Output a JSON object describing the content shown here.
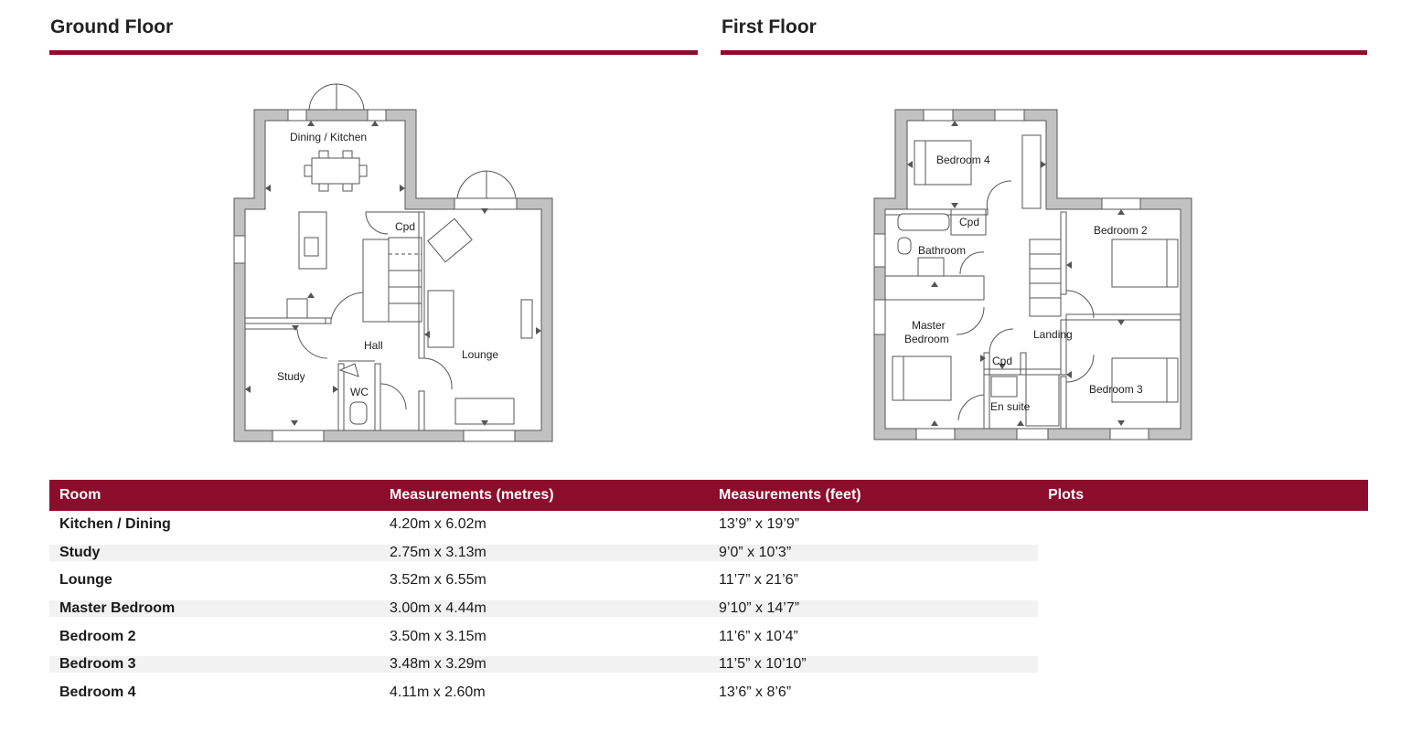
{
  "ground_floor": {
    "title": "Ground Floor",
    "labels": {
      "dining_kitchen": "Dining / Kitchen",
      "cpd": "Cpd",
      "hall": "Hall",
      "lounge": "Lounge",
      "study": "Study",
      "wc": "WC"
    }
  },
  "first_floor": {
    "title": "First Floor",
    "labels": {
      "bedroom4": "Bedroom 4",
      "cpd_top": "Cpd",
      "bathroom": "Bathroom",
      "bedroom2": "Bedroom 2",
      "master_line1": "Master",
      "master_line2": "Bedroom",
      "landing": "Landing",
      "cpd_bottom": "Cpd",
      "en_suite": "En suite",
      "bedroom3": "Bedroom 3"
    }
  },
  "colors": {
    "accent": "#8c0c2b",
    "wall": "#c2c2c2",
    "stripe": "#f2f2f2"
  },
  "table": {
    "headers": [
      "Room",
      "Measurements (metres)",
      "Measurements (feet)",
      "Plots"
    ],
    "rows": [
      [
        "Kitchen / Dining",
        "4.20m x 6.02m",
        "13’9” x 19’9”"
      ],
      [
        "Study",
        "2.75m x 3.13m",
        "9’0” x 10’3”"
      ],
      [
        "Lounge",
        "3.52m x 6.55m",
        "11’7” x 21’6”"
      ],
      [
        "Master Bedroom",
        "3.00m x 4.44m",
        "9’10” x 14’7”"
      ],
      [
        "Bedroom 2",
        "3.50m x 3.15m",
        "11’6” x 10’4”"
      ],
      [
        "Bedroom 3",
        "3.48m x 3.29m",
        "11’5” x 10’10”"
      ],
      [
        "Bedroom 4",
        "4.11m x 2.60m",
        "13’6” x 8’6”"
      ]
    ]
  }
}
